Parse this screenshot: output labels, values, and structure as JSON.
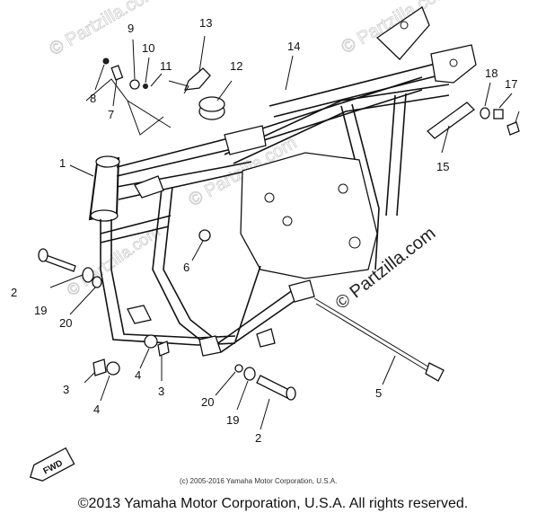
{
  "callouts": [
    {
      "id": "c1",
      "text": "1"
    },
    {
      "id": "c2a",
      "text": "2"
    },
    {
      "id": "c2b",
      "text": "2"
    },
    {
      "id": "c3a",
      "text": "3"
    },
    {
      "id": "c3b",
      "text": "3"
    },
    {
      "id": "c4a",
      "text": "4"
    },
    {
      "id": "c4b",
      "text": "4"
    },
    {
      "id": "c5",
      "text": "5"
    },
    {
      "id": "c6",
      "text": "6"
    },
    {
      "id": "c7",
      "text": "7"
    },
    {
      "id": "c8",
      "text": "8"
    },
    {
      "id": "c9",
      "text": "9"
    },
    {
      "id": "c10",
      "text": "10"
    },
    {
      "id": "c11",
      "text": "11"
    },
    {
      "id": "c12",
      "text": "12"
    },
    {
      "id": "c13",
      "text": "13"
    },
    {
      "id": "c14",
      "text": "14"
    },
    {
      "id": "c15",
      "text": "15"
    },
    {
      "id": "c17",
      "text": "17"
    },
    {
      "id": "c18",
      "text": "18"
    },
    {
      "id": "c19a",
      "text": "19"
    },
    {
      "id": "c19b",
      "text": "19"
    },
    {
      "id": "c20a",
      "text": "20"
    },
    {
      "id": "c20b",
      "text": "20"
    }
  ],
  "watermark": {
    "top_left": "© Partzilla.com",
    "top_right": "© Partzilla.com",
    "center": "© Partzilla.com",
    "right": "© Partzilla.com",
    "left_faint": "© Partzilla.com"
  },
  "fwd_label": "FWD",
  "small_copyright": "(c) 2005-2016 Yamaha Motor Corporation, U.S.A.",
  "footer_copyright": "©2013 Yamaha Motor Corporation, U.S.A. All rights reserved."
}
